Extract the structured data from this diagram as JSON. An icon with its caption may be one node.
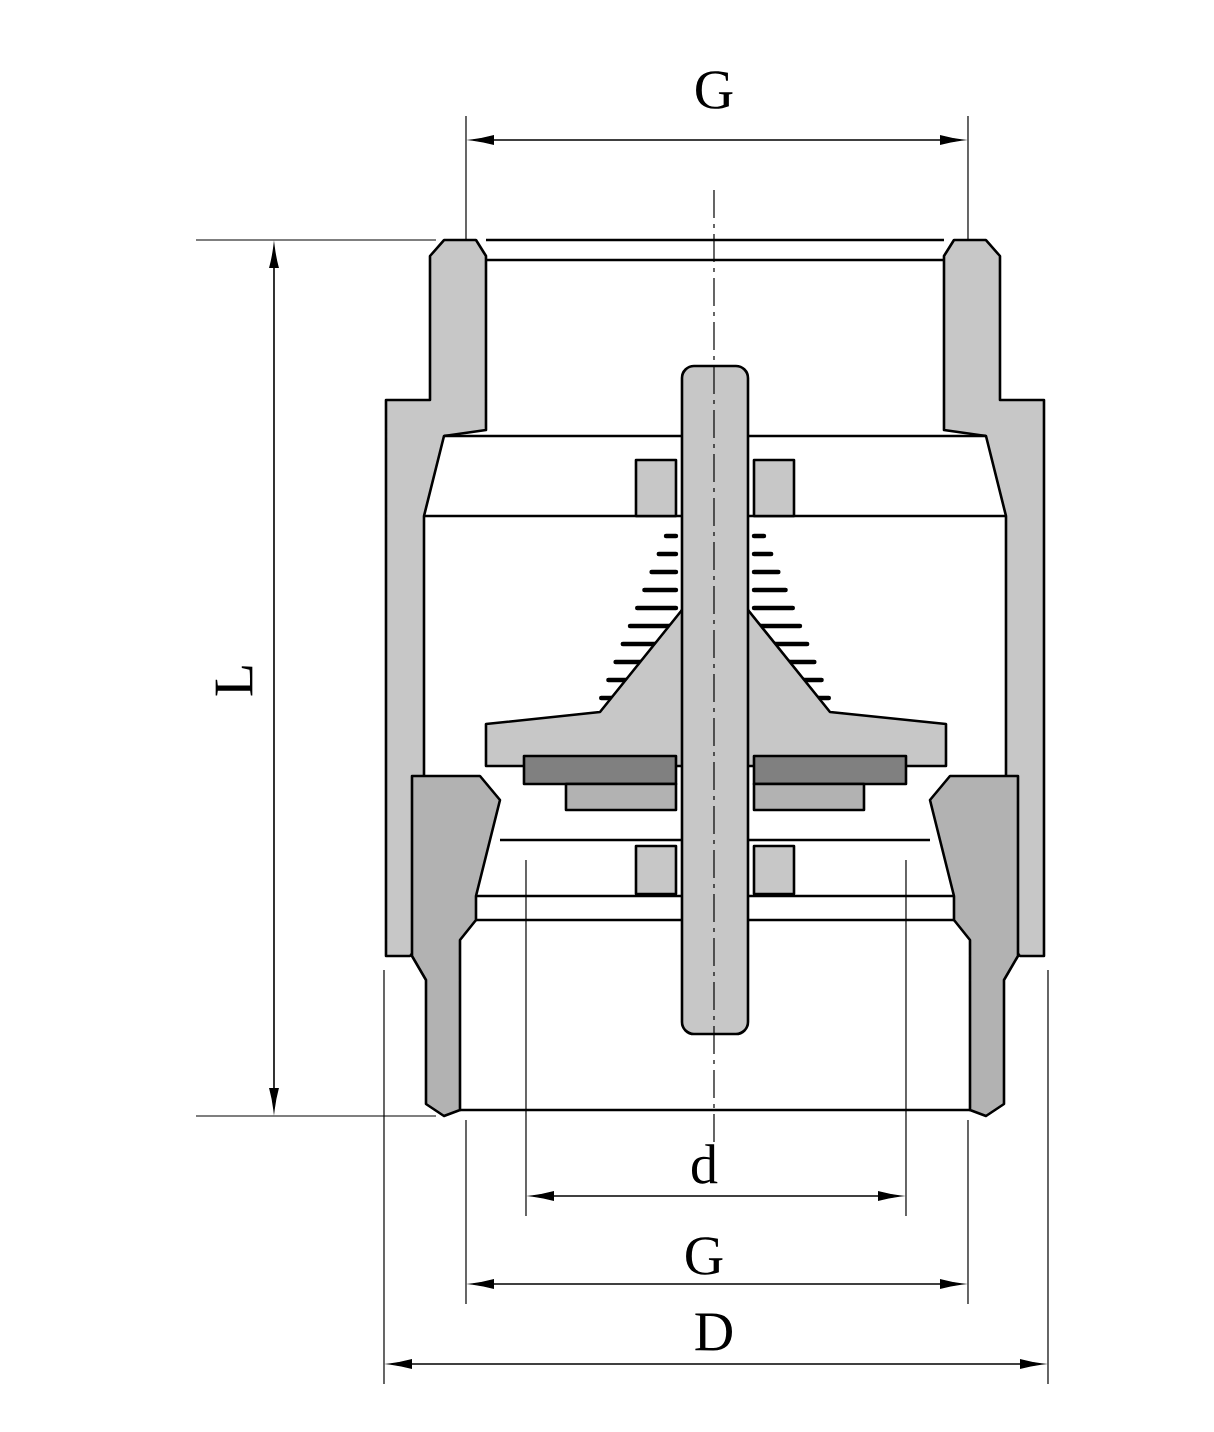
{
  "diagram": {
    "labels": [
      "G",
      "L",
      "d",
      "G",
      "D"
    ]
  }
}
